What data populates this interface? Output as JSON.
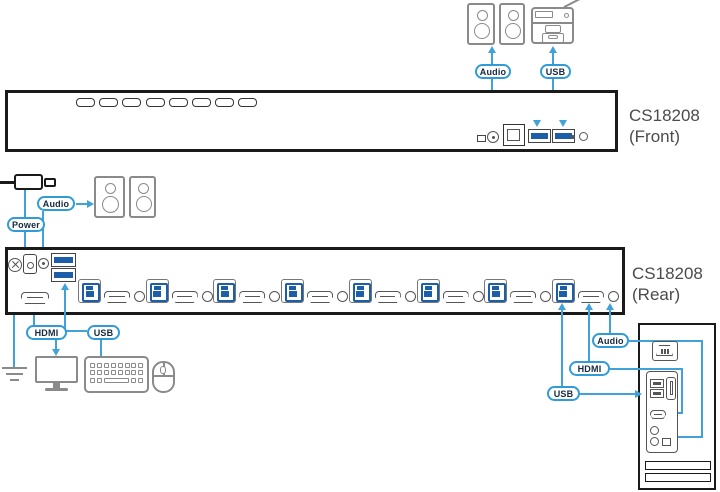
{
  "device": {
    "model": "CS18208",
    "front_view_label": "(Front)",
    "rear_view_label": "(Rear)"
  },
  "labels": {
    "audio": "Audio",
    "usb": "USB",
    "hdmi": "HDMI",
    "power": "Power"
  },
  "front_panel": {
    "pushbutton_count": 8,
    "ports": [
      "mode-switch",
      "audio-jack",
      "lan-port",
      "usb-a-port",
      "usb-a-port",
      "led",
      "reset-button"
    ]
  },
  "rear_panel": {
    "kvm_port_group_count": 8,
    "console_ports": [
      "grounding-screw",
      "power-jack",
      "audio-jack",
      "usb-a-port",
      "usb-a-port",
      "hdmi-port"
    ],
    "port_group_ports": [
      "usb-b-port",
      "hdmi-port",
      "audio-jack"
    ]
  },
  "peripherals": [
    "speakers",
    "printer",
    "power-plug",
    "monitor",
    "keyboard",
    "mouse",
    "computer-tower",
    "ground"
  ],
  "colors": {
    "line_blue": "#41A1D9",
    "label_border_blue": "#2F9CD8",
    "usb_port_blue": "#1C5FA8",
    "panel_border": "#1A1A1A",
    "peripheral_gray": "#8A8A8A",
    "title_text": "#4B4B4B"
  }
}
